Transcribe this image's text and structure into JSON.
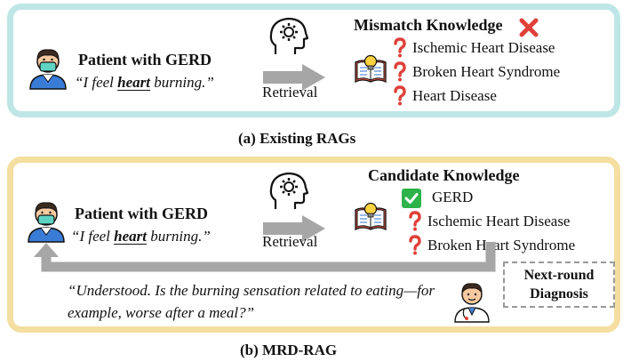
{
  "panel_a": {
    "patient_title": "Patient with GERD",
    "quote_pre": "“I feel ",
    "quote_keyword": "heart",
    "quote_post": " burning.”",
    "retrieval_label": "Retrieval",
    "knowledge_title": "Mismatch Knowledge",
    "items": [
      "Ischemic Heart Disease",
      "Broken Heart Syndrome",
      "Heart Disease"
    ],
    "caption": "(a) Existing RAGs"
  },
  "panel_b": {
    "patient_title": "Patient with GERD",
    "quote_pre": "“I feel ",
    "quote_keyword": "heart",
    "quote_post": " burning.”",
    "retrieval_label": "Retrieval",
    "knowledge_title": "Candidate Knowledge",
    "items": [
      "GERD",
      "Ischemic Heart Disease",
      "Broken Heart Syndrome"
    ],
    "next_round": "Next-round Diagnosis",
    "doctor_quote": "“Understood. Is the burning sensation related to eating—for example, worse after a meal?”",
    "caption": "(b) MRD-RAG"
  },
  "colors": {
    "panel_a_border": "#bfe6e6",
    "panel_b_border": "#f4dea0",
    "arrow": "#a6a6a6",
    "cross": "#e0403a",
    "check": "#2db34a",
    "question": "#e0403a",
    "patient_shirt": "#3a7bd5",
    "mask": "#5fd3c2"
  },
  "icons": [
    "patient-icon",
    "brain-gear-icon",
    "book-lightbulb-icon",
    "cross-icon",
    "check-icon",
    "question-icon",
    "doctor-icon"
  ]
}
